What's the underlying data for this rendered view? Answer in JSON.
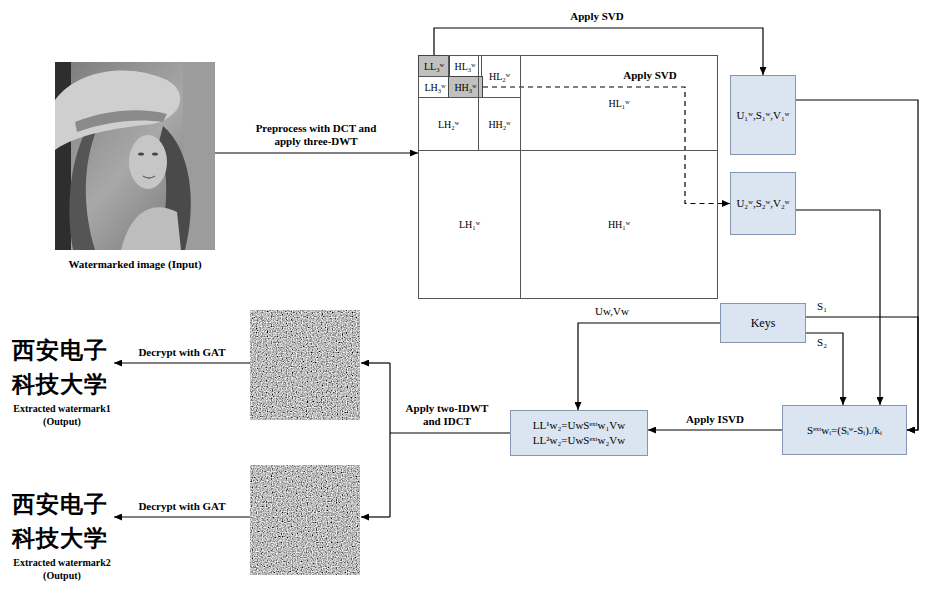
{
  "diagram": {
    "nodes": [
      {
        "text": [
          "Watermarked image (Input)"
        ]
      },
      {
        "text": [
          "LL₃ʷ"
        ]
      },
      {
        "text": [
          "HL₃ʷ"
        ]
      },
      {
        "text": [
          "LH₃ʷ"
        ]
      },
      {
        "text": [
          "HH₃ʷ"
        ]
      },
      {
        "text": [
          "HL₂ʷ"
        ]
      },
      {
        "text": [
          "LH₂ʷ"
        ]
      },
      {
        "text": [
          "HH₂ʷ"
        ]
      },
      {
        "text": [
          "HL₁ʷ"
        ]
      },
      {
        "text": [
          "LH₁ʷ"
        ]
      },
      {
        "text": [
          "HH₁ʷ"
        ]
      },
      {
        "text": [
          "U₁ʷ,S₁ʷ,V₁ʷ"
        ]
      },
      {
        "text": [
          "U₂ʷ,S₂ʷ,V₂ʷ"
        ]
      },
      {
        "text": [
          "Keys"
        ]
      },
      {
        "text": [
          "Sᵉˣᵗwᵢ=(Sᵢʷ-Sᵢ)./kᵢ"
        ]
      },
      {
        "text": [
          "LL¹w₂=UwSᵉˣᵗw₁Vw",
          "LL²w₂=UwSᵉˣᵗw₂Vw"
        ]
      },
      {
        "text": [
          "西安电子 科技大学",
          "Extracted watermark1 (Output)"
        ]
      },
      {
        "text": [
          "西安电子 科技大学",
          "Extracted watermark2 (Output)"
        ]
      }
    ],
    "edges": [
      {
        "from": 0,
        "to": 9,
        "label": "Preprocess with DCT and apply three-DWT",
        "arrow": "to"
      },
      {
        "from": 1,
        "to": 11,
        "label": "Apply SVD",
        "arrow": "to"
      },
      {
        "from": 4,
        "to": 12,
        "label": "Apply SVD",
        "arrow": "to"
      },
      {
        "from": 11,
        "to": 14,
        "arrow": "to"
      },
      {
        "from": 12,
        "to": 14,
        "arrow": "to"
      },
      {
        "from": 13,
        "to": 14,
        "label": "S₁",
        "arrow": "to"
      },
      {
        "from": 13,
        "to": 14,
        "label": "S₂",
        "arrow": "to"
      },
      {
        "from": 13,
        "to": 15,
        "label": "Uw,Vw",
        "arrow": "to"
      },
      {
        "from": 14,
        "to": 15,
        "label": "Apply ISVD",
        "arrow": "to"
      }
    ],
    "labels": [
      "Apply two-IDWT and IDCT",
      "Decrypt with GAT",
      "Decrypt with GAT"
    ]
  }
}
